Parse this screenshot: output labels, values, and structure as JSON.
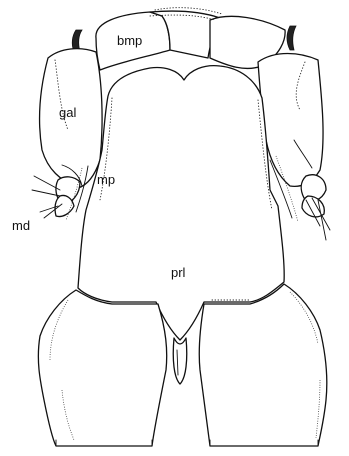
{
  "labels": {
    "bmp": "bmp",
    "gal": "gal",
    "mp": "mp",
    "md": "md",
    "prl": "prl"
  }
}
